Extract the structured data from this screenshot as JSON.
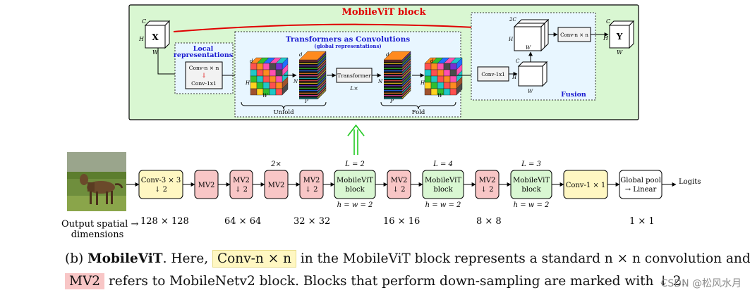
{
  "mvit": {
    "title": "MobileViT block",
    "input_label": "X",
    "output_label": "Y",
    "local_title_1": "Local",
    "local_title_2": "representations",
    "local_conv_n": "Conv-n × n",
    "local_conv_1": "Conv-1x1",
    "trans_title": "Transformers as Convolutions",
    "trans_sub": "(global representations)",
    "transformer_label": "Transformer",
    "transformer_rep": "L×",
    "unfold_label": "Unfold",
    "fold_label": "Fold",
    "fusion_label": "Fusion",
    "fusion_conv1": "Conv-1x1",
    "fusion_convn": "Conv-n × n",
    "dim_C": "C",
    "dim_H": "H",
    "dim_W": "W",
    "dim_N": "N",
    "dim_P": "P",
    "dim_d": "d",
    "dim_2C": "2C"
  },
  "pipeline": {
    "blocks": [
      {
        "name": "conv3x3",
        "line1": "Conv-3 × 3",
        "line2": "↓ 2",
        "top": "",
        "bottom": ""
      },
      {
        "name": "mv2-a",
        "line1": "MV2",
        "line2": "",
        "top": "",
        "bottom": ""
      },
      {
        "name": "mv2-b",
        "line1": "MV2",
        "line2": "↓ 2",
        "top": "",
        "bottom": ""
      },
      {
        "name": "mv2-c",
        "line1": "MV2",
        "line2": "",
        "top": "2×",
        "bottom": ""
      },
      {
        "name": "mv2-d",
        "line1": "MV2",
        "line2": "↓ 2",
        "top": "",
        "bottom": ""
      },
      {
        "name": "mvit-1",
        "line1": "MobileViT",
        "line2": "block",
        "top": "L = 2",
        "bottom": "h = w = 2"
      },
      {
        "name": "mv2-e",
        "line1": "MV2",
        "line2": "↓ 2",
        "top": "",
        "bottom": ""
      },
      {
        "name": "mvit-2",
        "line1": "MobileViT",
        "line2": "block",
        "top": "L = 4",
        "bottom": "h = w = 2"
      },
      {
        "name": "mv2-f",
        "line1": "MV2",
        "line2": "↓ 2",
        "top": "",
        "bottom": ""
      },
      {
        "name": "mvit-3",
        "line1": "MobileViT",
        "line2": "block",
        "top": "L = 3",
        "bottom": "h = w = 2"
      },
      {
        "name": "conv1x1",
        "line1": "Conv-1 × 1",
        "line2": "",
        "top": "",
        "bottom": ""
      },
      {
        "name": "pool",
        "line1": "Global pool",
        "line2": "→ Linear",
        "top": "",
        "bottom": ""
      }
    ],
    "logits": "Logits",
    "spatial_label_1": "Output spatial →",
    "spatial_label_2": "dimensions",
    "dims": [
      "128 × 128",
      "64 × 64",
      "32 × 32",
      "16 × 16",
      "8 × 8",
      "1 × 1"
    ]
  },
  "caption": {
    "prefix": "(b) ",
    "bold": "MobileViT",
    "t1": ". Here, ",
    "hl1": "Conv-n × n",
    "t2": " in the MobileViT block represents a standard n × n convolution and",
    "hl2": "MV2",
    "t3": " refers to MobileNetv2 block. Blocks that perform down-sampling are marked with ↓ 2."
  },
  "watermark": "CSDN @松风水月",
  "colors": {
    "mvit_bg": "#d9f7d2",
    "mv2": "#f8c6c6",
    "conv": "#fff7c2",
    "title_red": "#e00000",
    "blue": "#1a1ad0",
    "arrow_green": "#22c922"
  }
}
